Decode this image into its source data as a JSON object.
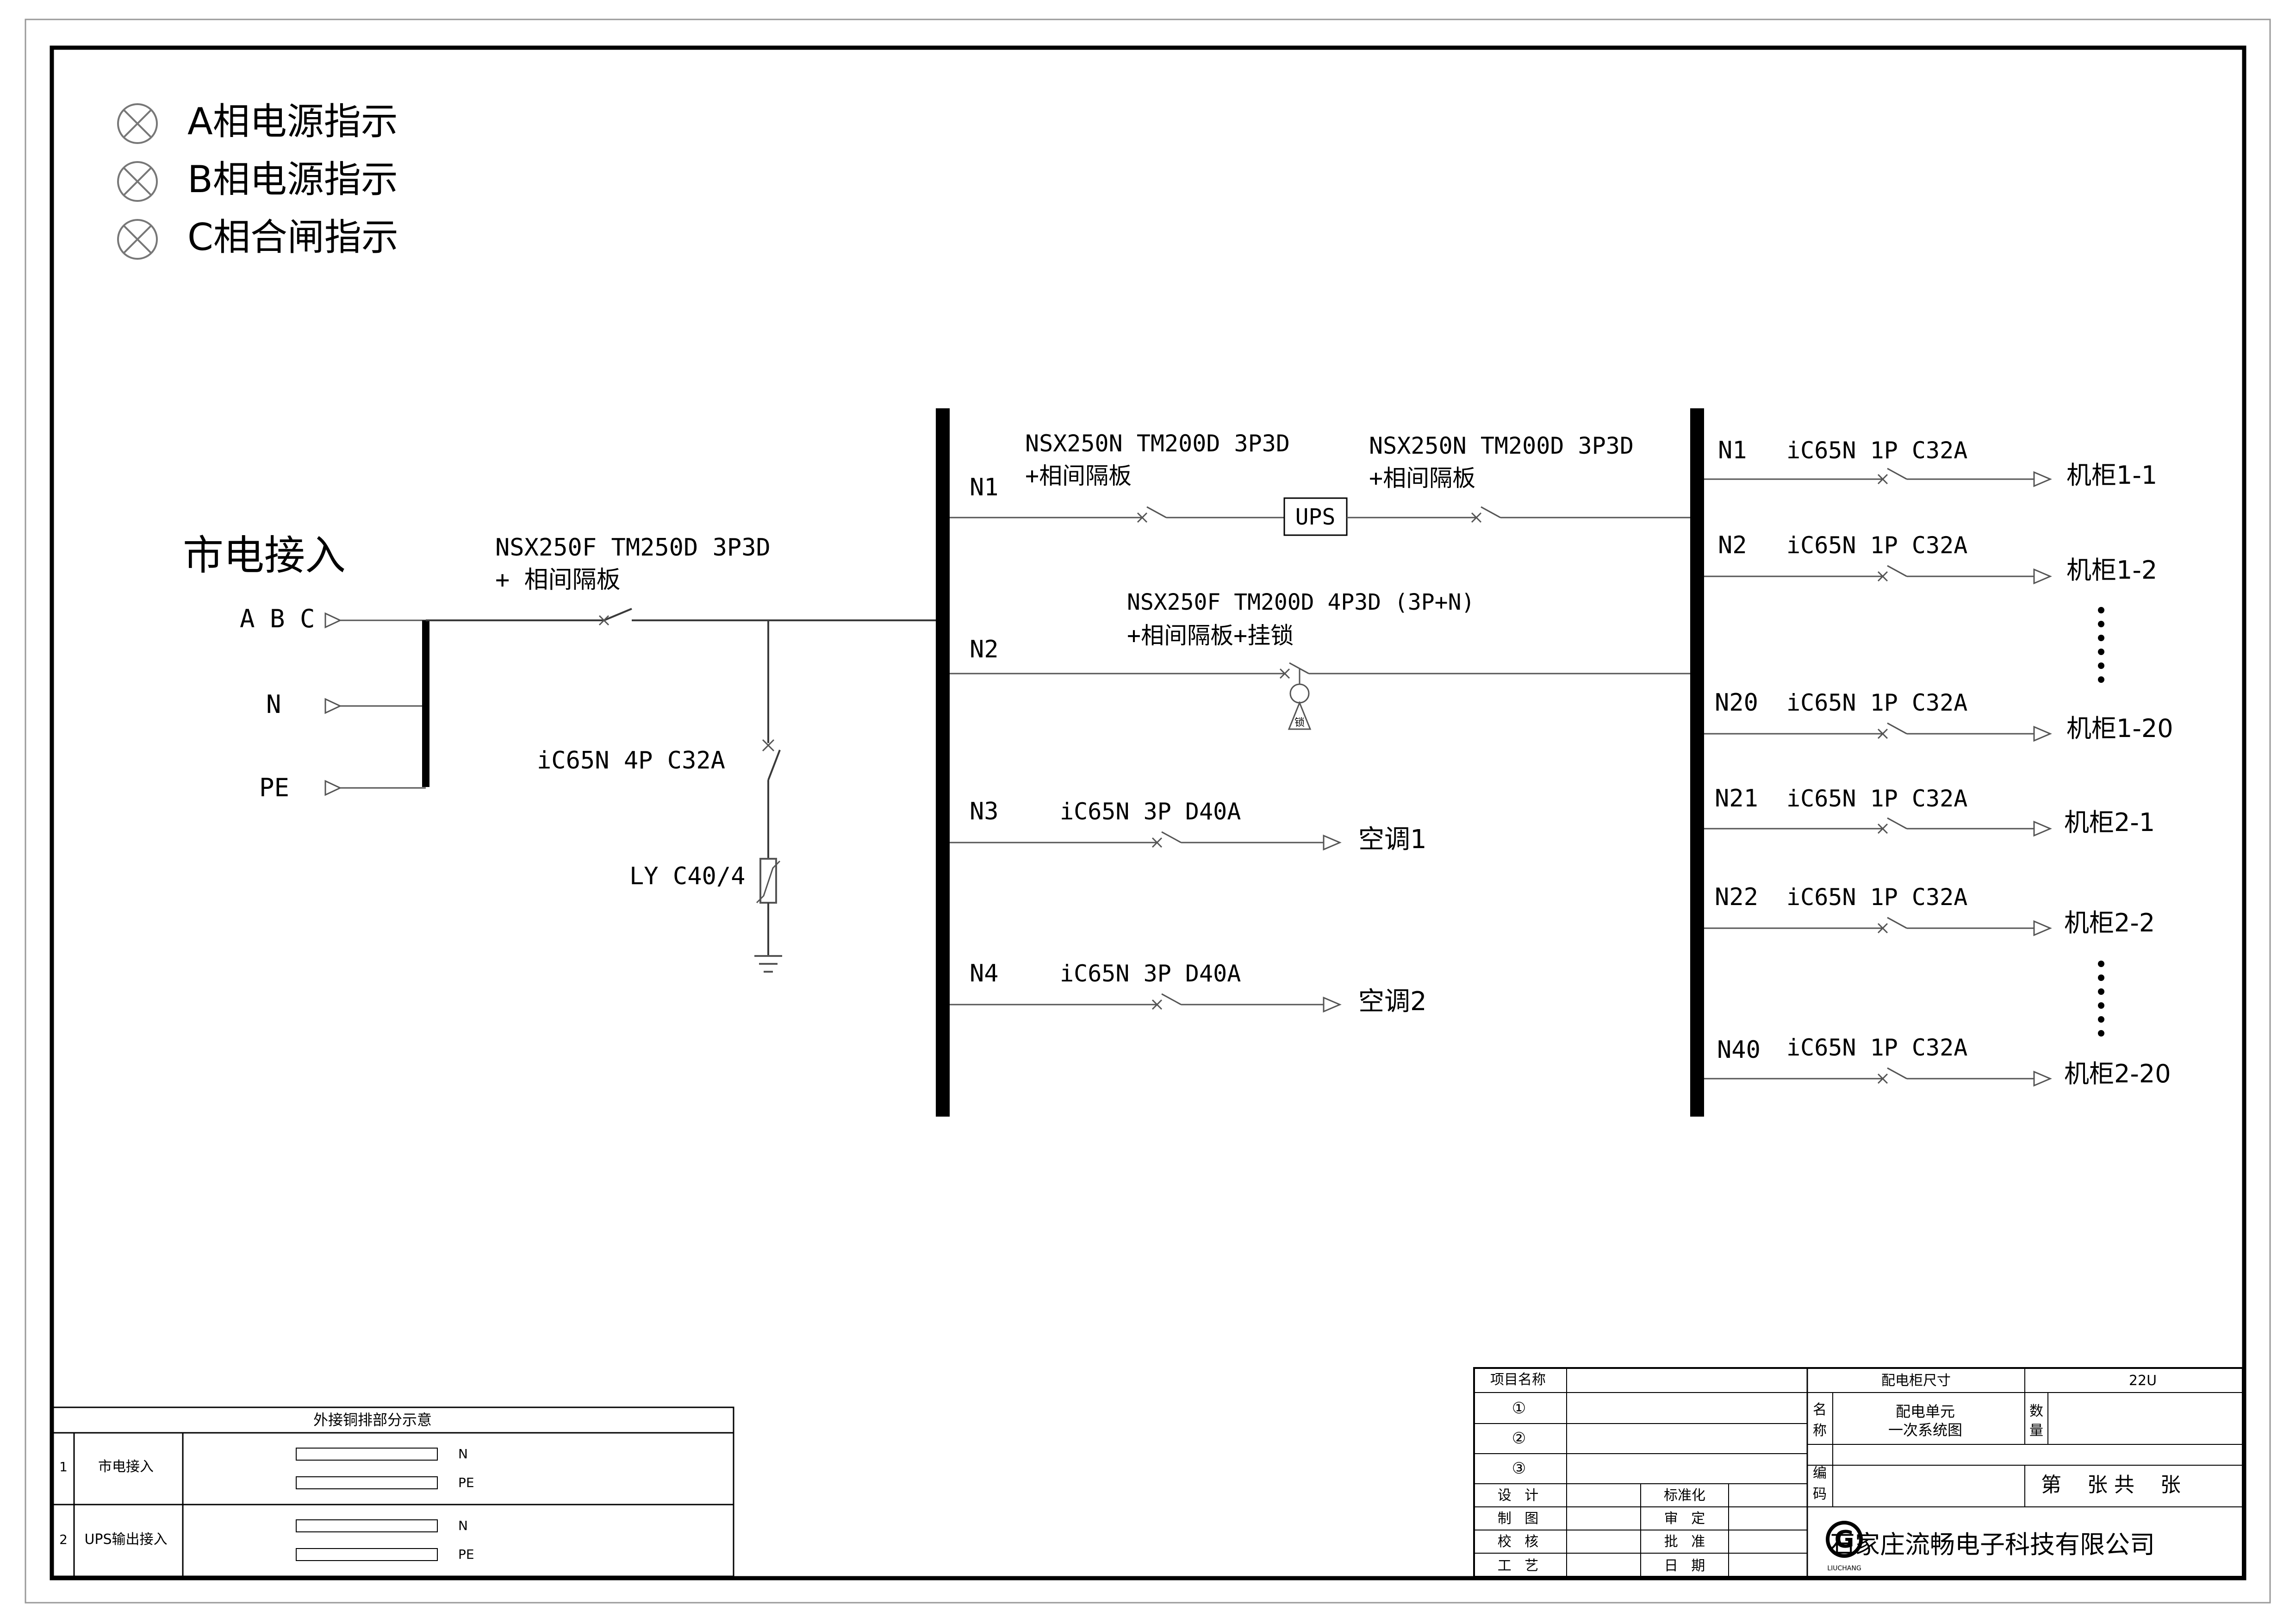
{
  "indicators": [
    {
      "label": "A相电源指示",
      "icon": "lamp-cross-icon"
    },
    {
      "label": "B相电源指示",
      "icon": "lamp-cross-icon"
    },
    {
      "label": "C相合闸指示",
      "icon": "lamp-cross-icon"
    }
  ],
  "input": {
    "title": "市电接入",
    "terminals": [
      "A B C",
      "N",
      "PE"
    ],
    "main_breaker": [
      "NSX250F TM250D 3P3D",
      "+ 相间隔板"
    ],
    "spd_breaker": "iC65N 4P C32A",
    "spd": "LY C40/4"
  },
  "bus1": {
    "branches": [
      {
        "id": "N1",
        "lines": [
          "NSX250N TM200D 3P3D",
          "+相间隔板"
        ],
        "ups_label": "UPS",
        "ups_breaker": [
          "NSX250N TM200D 3P3D",
          "+相间隔板"
        ]
      },
      {
        "id": "N2",
        "lines": [
          "NSX250F TM200D 4P3D (3P+N)",
          "+相间隔板+挂锁"
        ],
        "lock_label": "锁"
      },
      {
        "id": "N3",
        "lines": [
          "iC65N 3P D40A"
        ],
        "load": "空调1"
      },
      {
        "id": "N4",
        "lines": [
          "iC65N 3P D40A"
        ],
        "load": "空调2"
      }
    ]
  },
  "bus2": {
    "branches": [
      {
        "id": "N1",
        "breaker": "iC65N 1P C32A",
        "load": "机柜1-1"
      },
      {
        "id": "N2",
        "breaker": "iC65N 1P C32A",
        "load": "机柜1-2"
      },
      {
        "id": "N20",
        "breaker": "iC65N 1P C32A",
        "load": "机柜1-20"
      },
      {
        "id": "N21",
        "breaker": "iC65N 1P C32A",
        "load": "机柜2-1"
      },
      {
        "id": "N22",
        "breaker": "iC65N 1P C32A",
        "load": "机柜2-2"
      },
      {
        "id": "N40",
        "breaker": "iC65N 1P C32A",
        "load": "机柜2-20"
      }
    ]
  },
  "copper_table": {
    "title": "外接铜排部分示意",
    "rows": [
      {
        "no": "1",
        "name": "市电接入",
        "bars": [
          "N",
          "PE"
        ]
      },
      {
        "no": "2",
        "name": "UPS输出接入",
        "bars": [
          "N",
          "PE"
        ]
      }
    ]
  },
  "title_block": {
    "project_label": "项目名称",
    "cabinet_size_label": "配电柜尺寸",
    "cabinet_size_value": "22U",
    "rev_marks": [
      "①",
      "②",
      "③"
    ],
    "name_label": [
      "名",
      "称"
    ],
    "drawing_name": [
      "配电单元",
      "一次系统图"
    ],
    "qty_label": [
      "数",
      "量"
    ],
    "code_label": [
      "编",
      "码"
    ],
    "sheet_text": "第    张 共    张",
    "roles_left": [
      "设   计",
      "制   图",
      "校   核",
      "工   艺"
    ],
    "roles_right": [
      "标准化",
      "审   定",
      "批   准",
      "日   期"
    ],
    "logo_letter": "G",
    "logo_sub": "LIUCHANG",
    "company": "石家庄流畅电子科技有限公司"
  }
}
